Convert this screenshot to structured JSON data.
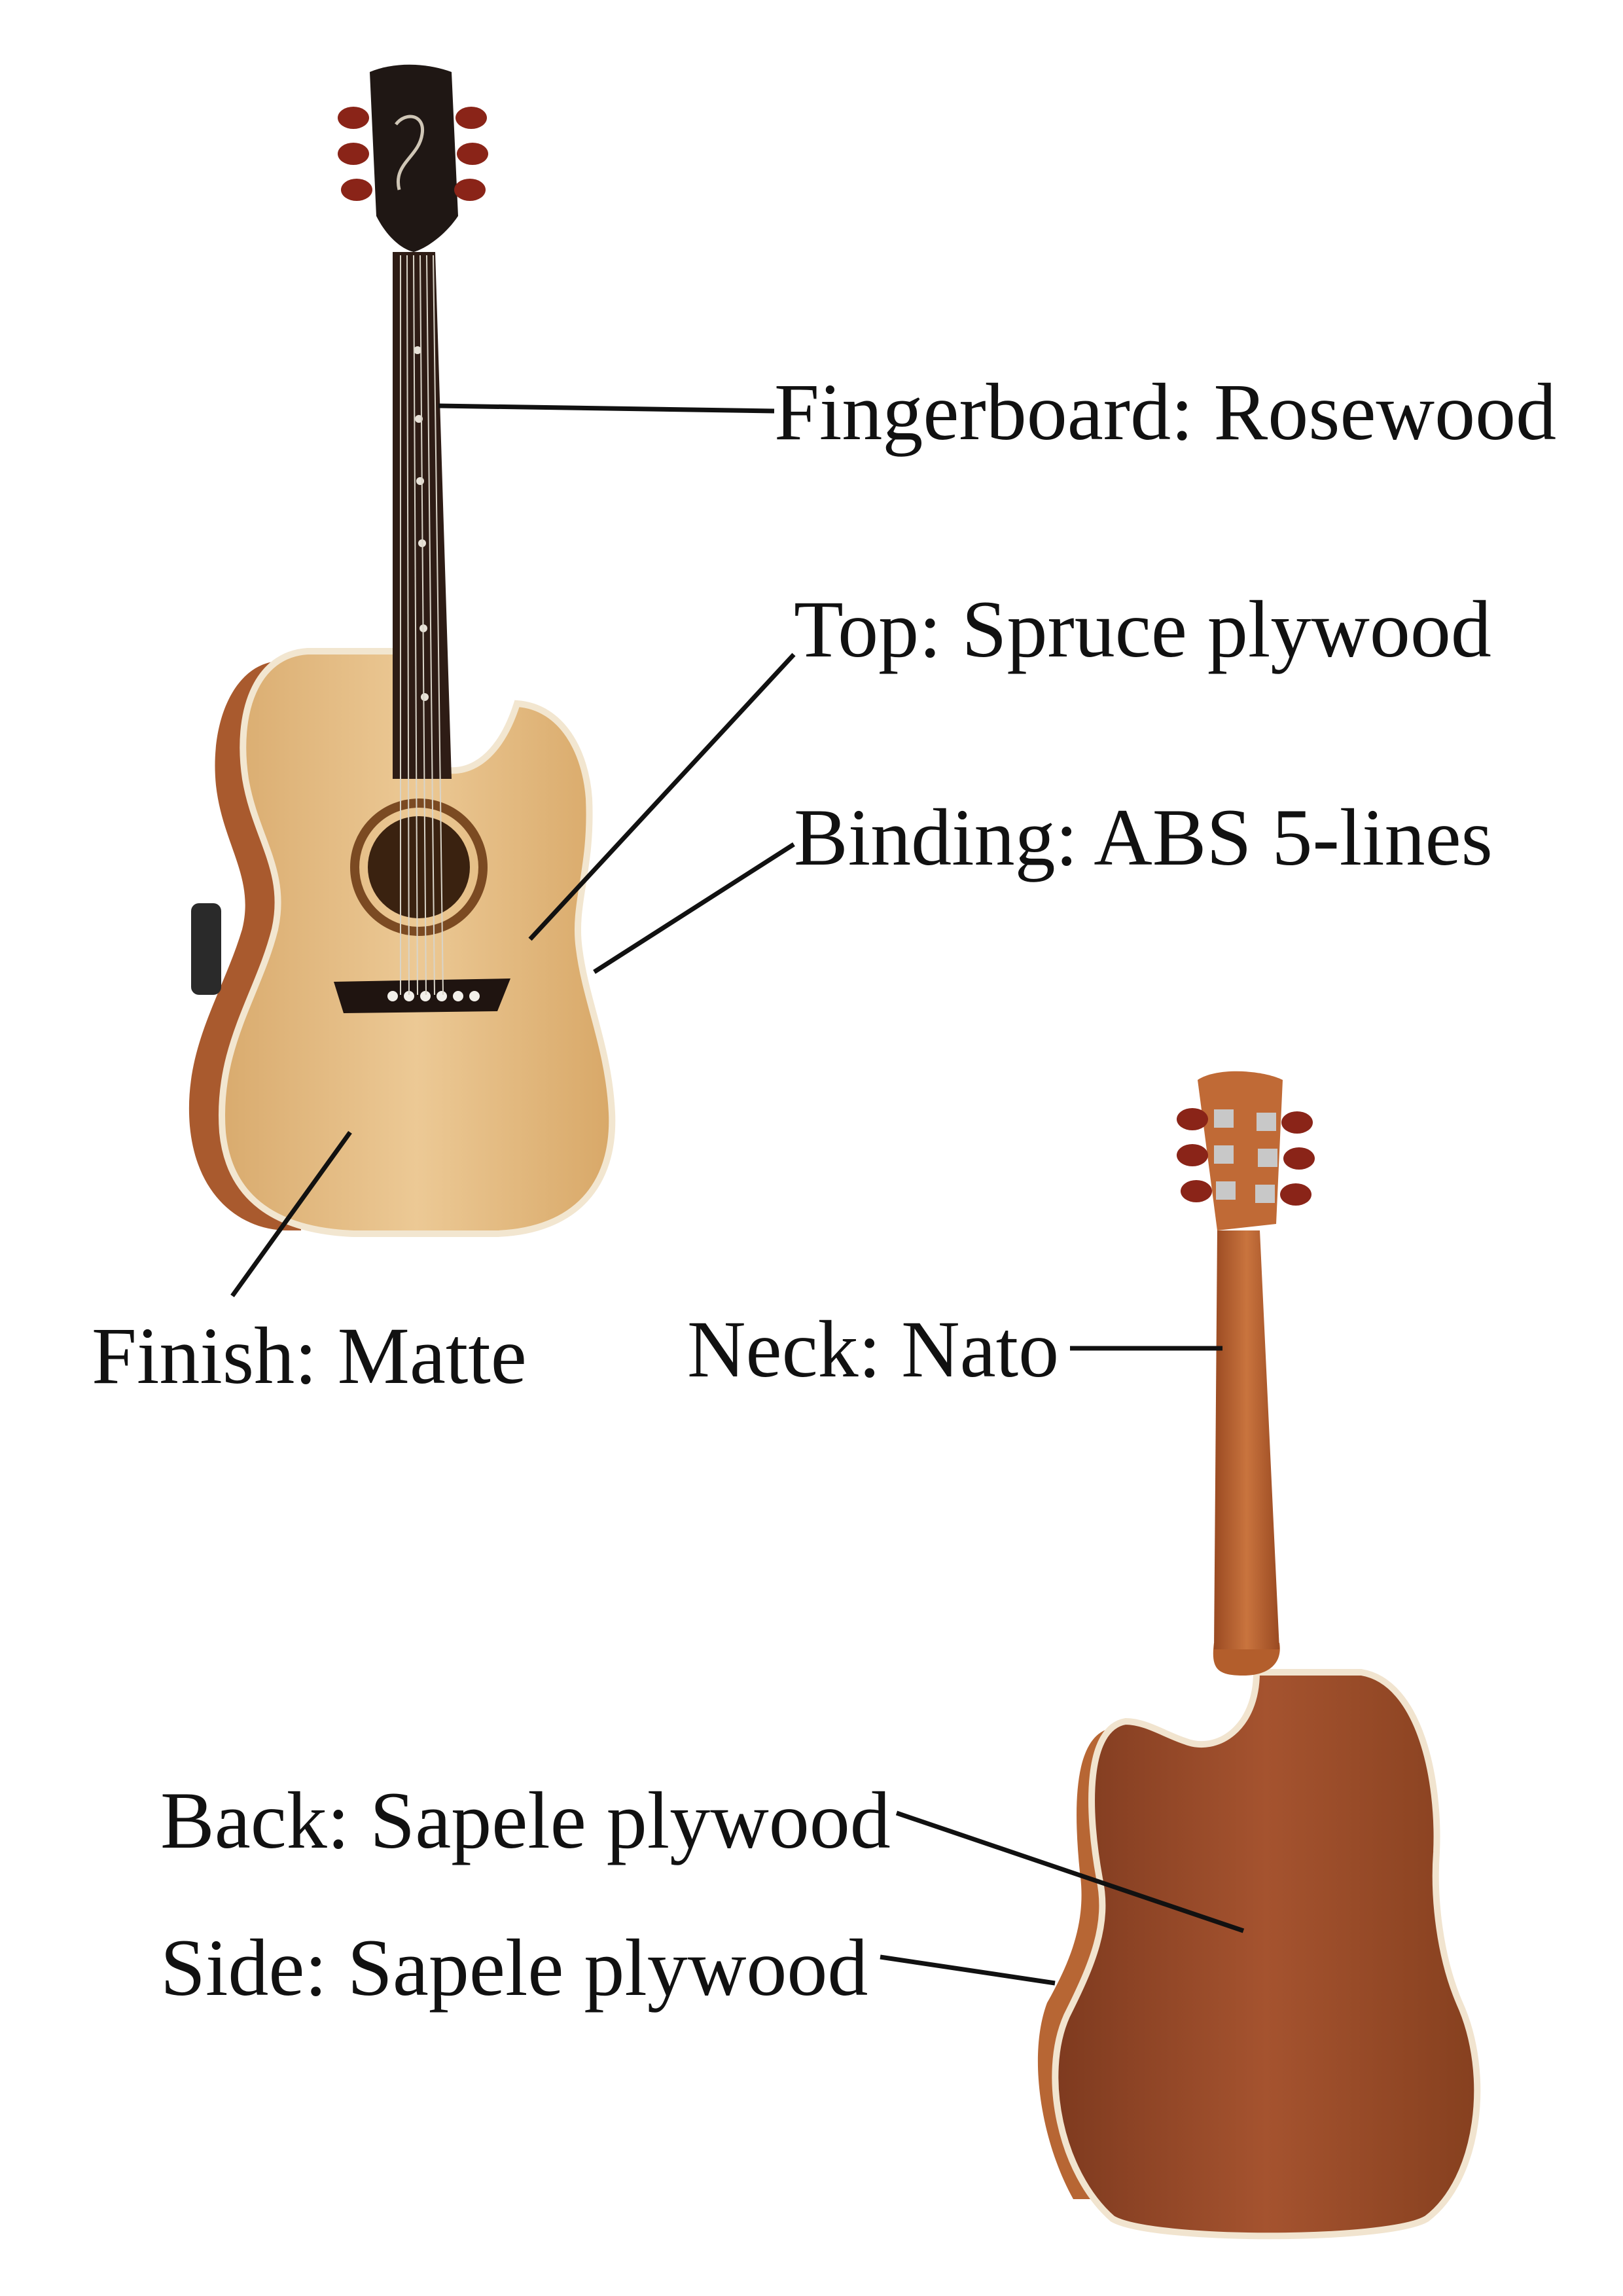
{
  "labels": {
    "fingerboard": "Fingerboard: Rosewood",
    "top": "Top: Spruce plywood",
    "binding": "Binding: ABS 5-lines",
    "finish": "Finish: Matte",
    "neck": "Neck: Nato",
    "back": "Back: Sapele plywood",
    "side": "Side: Sapele plywood"
  },
  "colors": {
    "background": "#ffffff",
    "text": "#111111",
    "spruce_top": "#e9c58f",
    "sapele": "#9c4a2a",
    "rosewood": "#2b1a14",
    "binding": "#f4ead8",
    "tuner_button": "#8a2418"
  }
}
